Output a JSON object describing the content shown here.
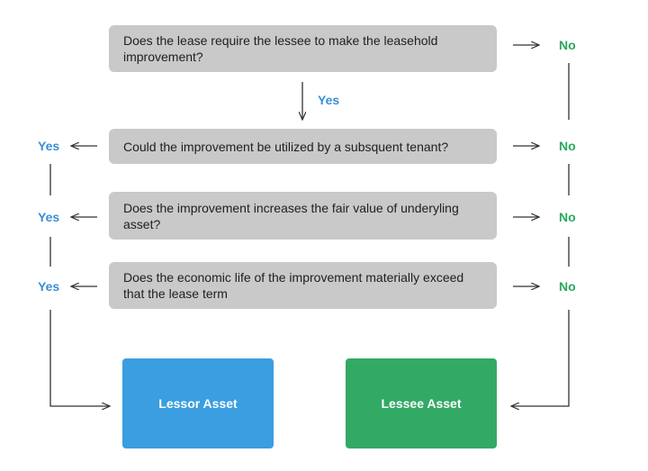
{
  "questions": [
    "Does the lease require the lessee to make the leasehold improvement?",
    "Could the improvement be utilized by a subsquent tenant?",
    "Does the improvement increases the fair value of underyling asset?",
    "Does the economic life of the improvement materially exceed that the lease term"
  ],
  "labels": {
    "yes": "Yes",
    "no": "No"
  },
  "outcomes": {
    "lessor": "Lessor Asset",
    "lessee": "Lessee Asset"
  },
  "colors": {
    "question_box": "#c9c9c9",
    "yes_text": "#3a8ed6",
    "no_text": "#2aa860",
    "lessor_box": "#3a9ee0",
    "lessee_box": "#33a966",
    "line": "#333333"
  }
}
